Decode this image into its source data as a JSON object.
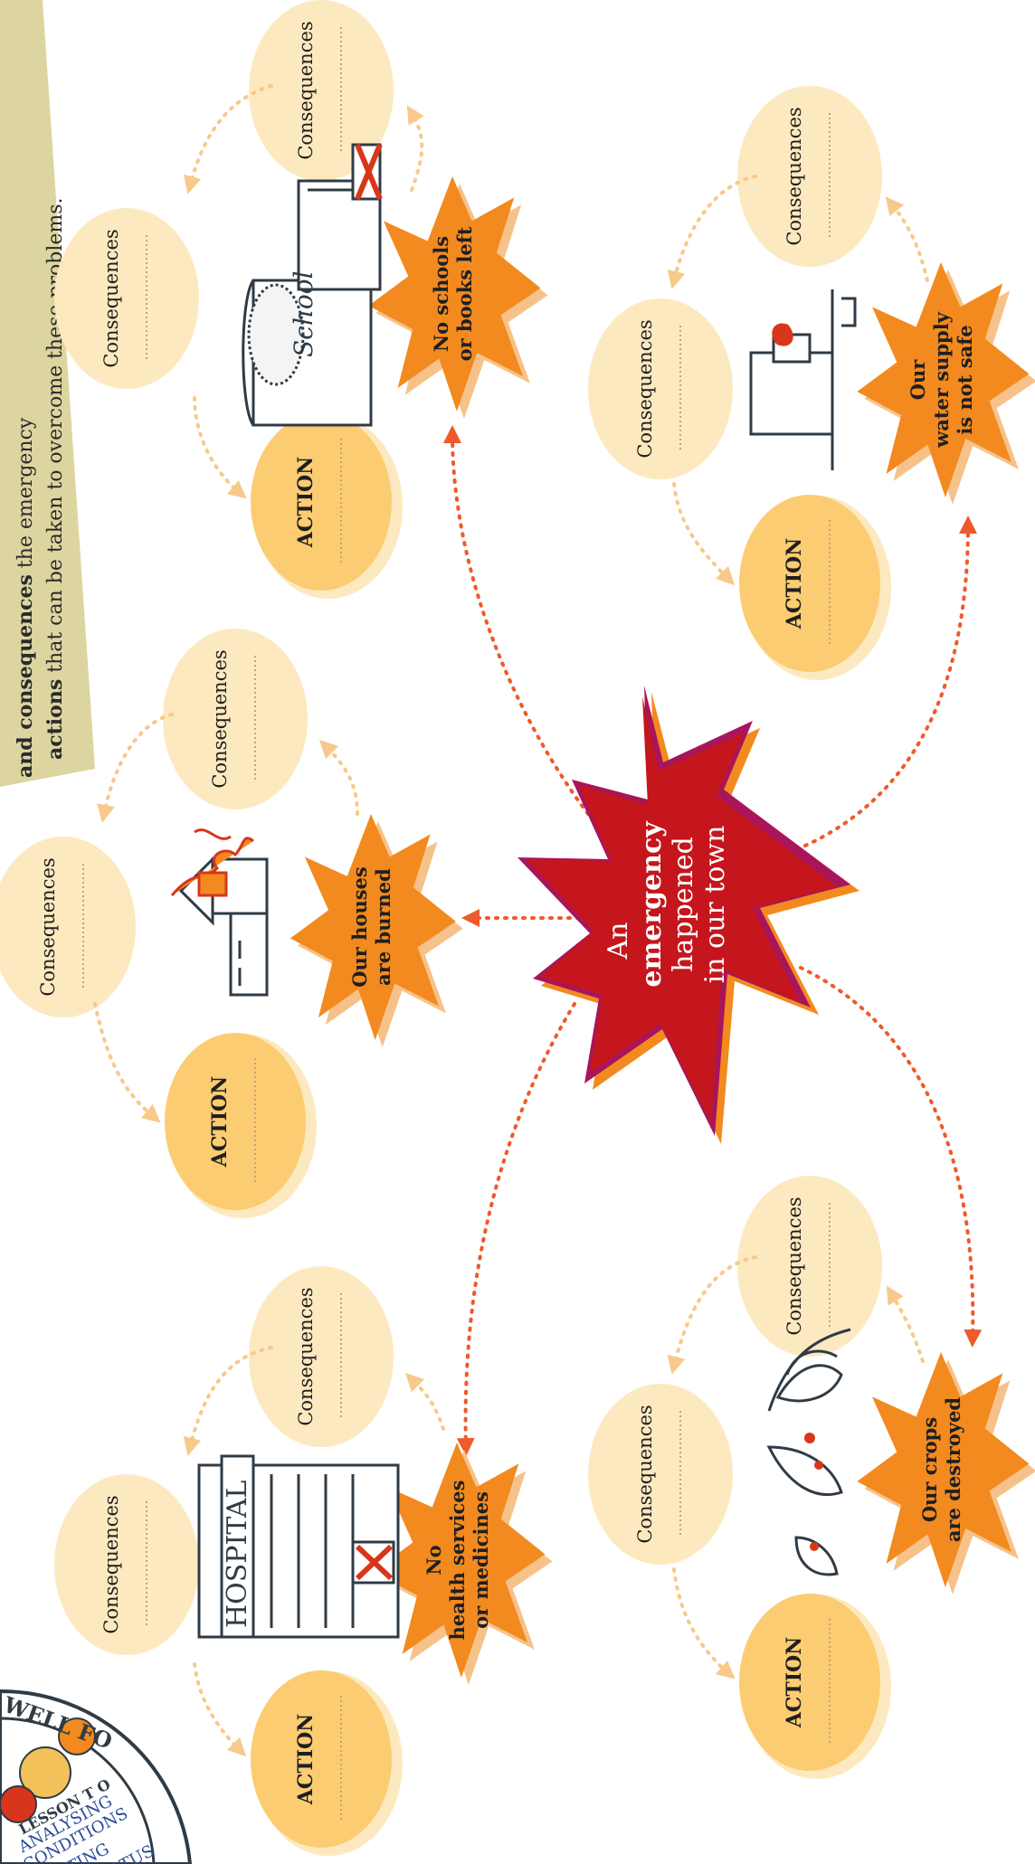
{
  "banner": {
    "line1_bold": "and consequences",
    "line1_rest": " the emergency",
    "line2_bold": "actions",
    "line2_rest": " that can be taken to overcome these problems."
  },
  "center": {
    "word1": "An",
    "word2": "emergency",
    "word3": "happened",
    "word4": "in our town"
  },
  "labels": {
    "consequences": "Consequences",
    "action": "ACTION"
  },
  "problems": {
    "houses": [
      "Our houses",
      "are burned"
    ],
    "schools": [
      "No schools",
      "or books left"
    ],
    "water": [
      "Our",
      "water supply",
      "is not safe"
    ],
    "crops": [
      "Our crops",
      "are destroyed"
    ],
    "health": [
      "No",
      "health services",
      "or medicines"
    ]
  },
  "illustrations": {
    "school_sign": "School",
    "hospital_sign": "HOSPITAL"
  },
  "badge": {
    "top": "WELL FO",
    "lesson": "LESSON T O",
    "sub1": "ANALYSING",
    "sub2": "CONDITIONS",
    "sub3": "ECTING",
    "sub4": "L STATUS"
  },
  "colors": {
    "banner": "#ddd5a0",
    "bubble": "#fde9bf",
    "action": "#fccc72",
    "burst": "#f28a1f",
    "center": "#c4161c",
    "arrow": "#ee5a2a"
  }
}
